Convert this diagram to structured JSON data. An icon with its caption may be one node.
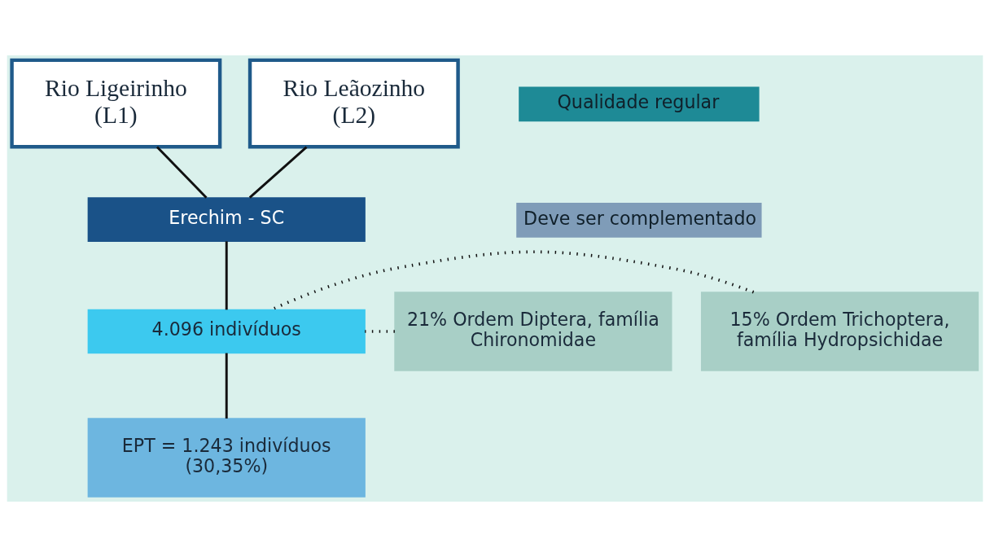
{
  "diagram": {
    "nodes": [
      {
        "text": [
          "Rio Ligeirinho (L1)"
        ]
      },
      {
        "text": [
          "Rio Leãozinho (L2)"
        ]
      },
      {
        "text": [
          "Erechim - SC"
        ]
      },
      {
        "text": [
          "4.096 indivíduos"
        ]
      },
      {
        "text": [
          "EPT = 1.243 indivíduos (30,35%)"
        ]
      },
      {
        "text": [
          "21% Ordem Diptera, família Chironomidae"
        ]
      },
      {
        "text": [
          "15% Ordem Trichoptera, família Hydropsichidae"
        ]
      }
    ],
    "edges": [
      {
        "from": 0,
        "to": 2,
        "arrow": "none"
      },
      {
        "from": 1,
        "to": 2,
        "arrow": "none"
      },
      {
        "from": 2,
        "to": 3,
        "arrow": "none"
      },
      {
        "from": 3,
        "to": 4,
        "arrow": "none"
      },
      {
        "from": 5,
        "to": 3,
        "arrow": "none",
        "style": "dashed"
      },
      {
        "from": 6,
        "to": 3,
        "arrow": "none",
        "style": "dashed"
      }
    ],
    "legend": [
      {
        "text": "Qualidade regular",
        "color": "#1e8a96"
      },
      {
        "text": "Deve ser complementado",
        "color": "#7f9cb8"
      }
    ]
  }
}
